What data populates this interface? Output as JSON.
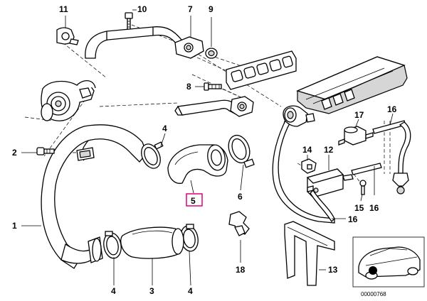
{
  "callouts": [
    {
      "id": "c11",
      "text": "11"
    },
    {
      "id": "c10",
      "text": "10"
    },
    {
      "id": "c7",
      "text": "7"
    },
    {
      "id": "c9",
      "text": "9"
    },
    {
      "id": "c8",
      "text": "8"
    },
    {
      "id": "c17",
      "text": "17"
    },
    {
      "id": "c16a",
      "text": "16"
    },
    {
      "id": "c4a",
      "text": "4"
    },
    {
      "id": "c2",
      "text": "2"
    },
    {
      "id": "c14",
      "text": "14"
    },
    {
      "id": "c12",
      "text": "12"
    },
    {
      "id": "c5",
      "text": "5"
    },
    {
      "id": "c6",
      "text": "6"
    },
    {
      "id": "c15",
      "text": "15"
    },
    {
      "id": "c16b",
      "text": "16"
    },
    {
      "id": "c1",
      "text": "1"
    },
    {
      "id": "c16c",
      "text": "16"
    },
    {
      "id": "c13",
      "text": "13"
    },
    {
      "id": "c18",
      "text": "18"
    },
    {
      "id": "c4b",
      "text": "4"
    },
    {
      "id": "c3",
      "text": "3"
    },
    {
      "id": "c4c",
      "text": "4"
    }
  ],
  "highlighted_part": "5",
  "highlight_color": "#e0007a",
  "reference_number": "00000768"
}
